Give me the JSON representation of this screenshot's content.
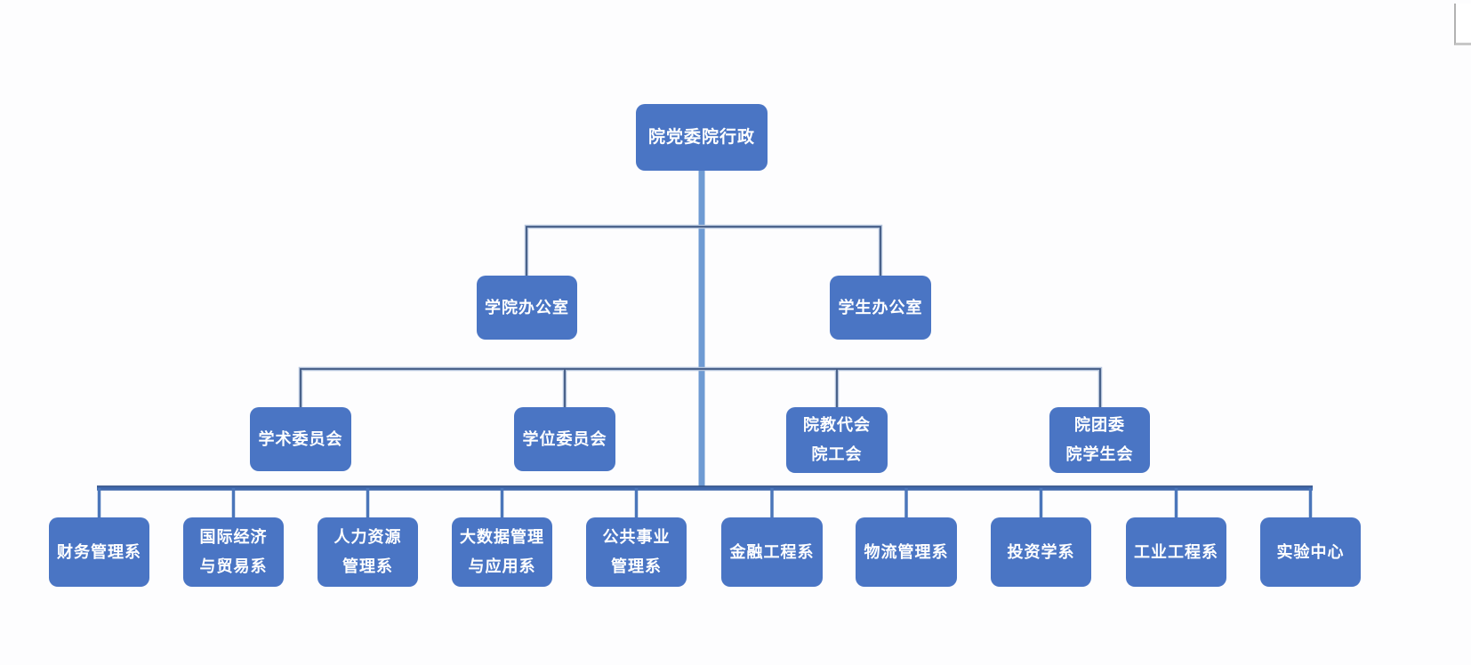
{
  "page": {
    "background_color": "#fdfdfe",
    "type": "organization-chart"
  },
  "colors": {
    "node_fill": "#4a75c4",
    "node_text": "#ffffff",
    "trunk_line": "#6f9bd3",
    "thin_connector_core": "#3f5781",
    "thin_connector_halo": "#b3c3db",
    "bottom_bar": "#4068ac",
    "bottom_drop": "#4b76ba",
    "scroll_thumb_border": "#b2b2b2"
  },
  "org": {
    "root": {
      "lines": [
        "院党委院行政"
      ]
    },
    "level1": [
      {
        "lines": [
          "学院办公室"
        ]
      },
      {
        "lines": [
          "学生办公室"
        ]
      }
    ],
    "level2": [
      {
        "lines": [
          "学术委员会"
        ]
      },
      {
        "lines": [
          "学位委员会"
        ]
      },
      {
        "lines": [
          "院教代会",
          "院工会"
        ]
      },
      {
        "lines": [
          "院团委",
          "院学生会"
        ]
      }
    ],
    "level3": [
      {
        "lines": [
          "财务管理系"
        ]
      },
      {
        "lines": [
          "国际经济",
          "与贸易系"
        ]
      },
      {
        "lines": [
          "人力资源",
          "管理系"
        ]
      },
      {
        "lines": [
          "大数据管理",
          "与应用系"
        ]
      },
      {
        "lines": [
          "公共事业",
          "管理系"
        ]
      },
      {
        "lines": [
          "金融工程系"
        ]
      },
      {
        "lines": [
          "物流管理系"
        ]
      },
      {
        "lines": [
          "投资学系"
        ]
      },
      {
        "lines": [
          "工业工程系"
        ]
      },
      {
        "lines": [
          "实验中心"
        ]
      }
    ]
  }
}
